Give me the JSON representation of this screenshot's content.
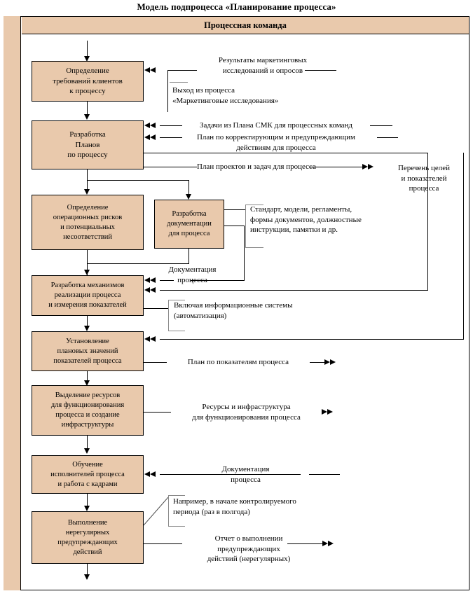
{
  "title": "Модель подпроцесса «Планирование процесса»",
  "swimlane": {
    "label": "Процессная команда"
  },
  "colors": {
    "fill": "#E9C9AC",
    "stroke": "#000000",
    "note_bracket": "#8A8A8A"
  },
  "boxes": [
    {
      "id": "b1",
      "lines": [
        "Определение",
        "требований клиентов",
        "к процессу"
      ]
    },
    {
      "id": "b2",
      "lines": [
        "Разработка",
        "Планов",
        "по процессу"
      ]
    },
    {
      "id": "b3",
      "lines": [
        "Определение",
        "операционных рисков",
        "и потенциальных",
        "несоответствий"
      ]
    },
    {
      "id": "b4",
      "lines": [
        "Разработка",
        "документации",
        "для процесса"
      ]
    },
    {
      "id": "b5",
      "lines": [
        "Разработка механизмов",
        "реализации процесса",
        "и измерения показателей"
      ]
    },
    {
      "id": "b6",
      "lines": [
        "Установление",
        "плановых значений",
        "показателей процесса"
      ]
    },
    {
      "id": "b7",
      "lines": [
        "Выделение ресурсов",
        "для функционирования",
        "процесса и создание",
        "инфраструктуры"
      ]
    },
    {
      "id": "b8",
      "lines": [
        "Обучение",
        "исполнителей процесса",
        "и работа с кадрами"
      ]
    },
    {
      "id": "b9",
      "lines": [
        "Выполнение",
        "нерегулярных",
        "предупреждающих",
        "действий"
      ]
    }
  ],
  "flow_labels": [
    {
      "id": "f1",
      "lines": [
        "Результаты маркетинговых",
        "исследований и опросов"
      ]
    },
    {
      "id": "f2",
      "lines": [
        "Выход из процесса",
        "«Маркетинговые исследования»"
      ]
    },
    {
      "id": "f3",
      "lines": [
        "Задачи из Плана СМК для процессных команд"
      ]
    },
    {
      "id": "f4",
      "lines": [
        "План по корректирующим и предупреждающим",
        "действиям для процесса"
      ]
    },
    {
      "id": "f5",
      "lines": [
        "План проектов и задач для процесса"
      ]
    },
    {
      "id": "f6",
      "lines": [
        "Перечень целей",
        "и показателей",
        "процесса"
      ]
    },
    {
      "id": "f7",
      "lines": [
        "Стандарт, модели, регламенты,",
        "формы документов, должностные",
        "инструкции, памятки и др."
      ]
    },
    {
      "id": "f8",
      "lines": [
        "Документация",
        "процесса"
      ]
    },
    {
      "id": "f9",
      "lines": [
        "Включая информационные системы",
        "(автоматизация)"
      ]
    },
    {
      "id": "f10",
      "lines": [
        "План по показателям процесса"
      ]
    },
    {
      "id": "f11",
      "lines": [
        "Ресурсы и инфраструктура",
        "для функционирования процесса"
      ]
    },
    {
      "id": "f12",
      "lines": [
        "Документация",
        "процесса"
      ]
    },
    {
      "id": "f13",
      "lines": [
        "Например, в начале контролируемого",
        "периода (раз в полгода)"
      ]
    },
    {
      "id": "f14",
      "lines": [
        "Отчет о выполнении",
        "предупреждающих",
        "действий (нерегулярных)"
      ]
    }
  ]
}
